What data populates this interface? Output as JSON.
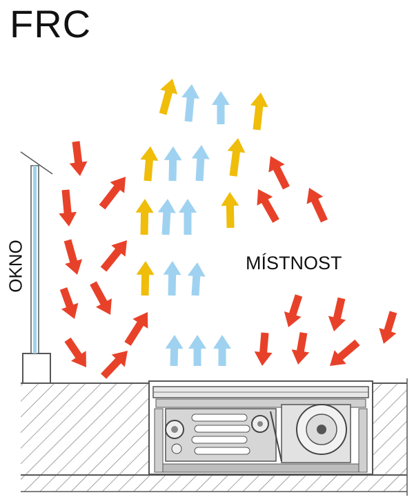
{
  "title": "FRC",
  "labels": {
    "room": "MÍSTNOST",
    "window": "OKNO"
  },
  "colors": {
    "warm_air": "#e8412a",
    "heated_air": "#efbd0a",
    "cool_air": "#9fd2f0",
    "floor_hatch": "#555555",
    "glass": "#9fd2f0"
  },
  "icons": {
    "air_arrow": "arrow-icon",
    "fan": "fan-icon",
    "heat_exchanger": "heat-exchanger-icon"
  }
}
